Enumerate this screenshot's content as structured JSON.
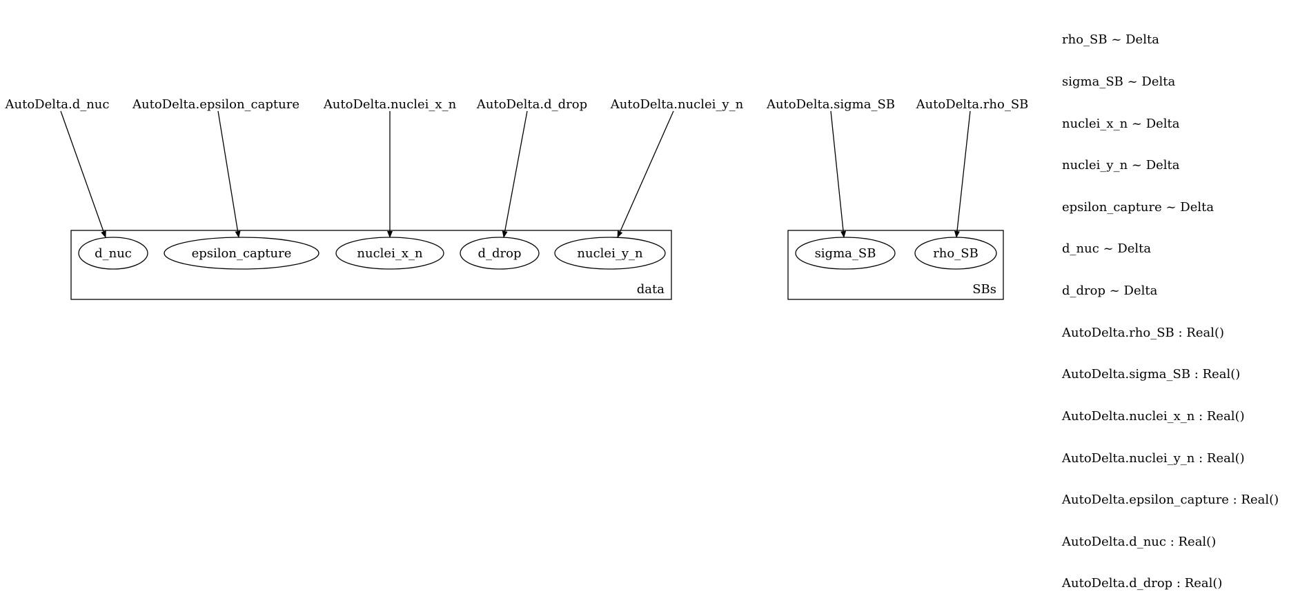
{
  "params": [
    "AutoDelta.d_nuc",
    "AutoDelta.epsilon_capture",
    "AutoDelta.nuclei_x_n",
    "AutoDelta.d_drop",
    "AutoDelta.nuclei_y_n",
    "AutoDelta.sigma_SB",
    "AutoDelta.rho_SB"
  ],
  "plates": [
    {
      "label": "data",
      "nodes": [
        "d_nuc",
        "epsilon_capture",
        "nuclei_x_n",
        "d_drop",
        "nuclei_y_n"
      ]
    },
    {
      "label": "SBs",
      "nodes": [
        "sigma_SB",
        "rho_SB"
      ]
    }
  ],
  "edges": [
    {
      "from": "AutoDelta.d_nuc",
      "to": "d_nuc"
    },
    {
      "from": "AutoDelta.epsilon_capture",
      "to": "epsilon_capture"
    },
    {
      "from": "AutoDelta.nuclei_x_n",
      "to": "nuclei_x_n"
    },
    {
      "from": "AutoDelta.d_drop",
      "to": "d_drop"
    },
    {
      "from": "AutoDelta.nuclei_y_n",
      "to": "nuclei_y_n"
    },
    {
      "from": "AutoDelta.sigma_SB",
      "to": "sigma_SB"
    },
    {
      "from": "AutoDelta.rho_SB",
      "to": "rho_SB"
    }
  ],
  "legend": [
    "rho_SB ~ Delta",
    "sigma_SB ~ Delta",
    "nuclei_x_n ~ Delta",
    "nuclei_y_n ~ Delta",
    "epsilon_capture ~ Delta",
    "d_nuc ~ Delta",
    "d_drop ~ Delta",
    "AutoDelta.rho_SB : Real()",
    "AutoDelta.sigma_SB : Real()",
    "AutoDelta.nuclei_x_n : Real()",
    "AutoDelta.nuclei_y_n : Real()",
    "AutoDelta.epsilon_capture : Real()",
    "AutoDelta.d_nuc : Real()",
    "AutoDelta.d_drop : Real()"
  ]
}
